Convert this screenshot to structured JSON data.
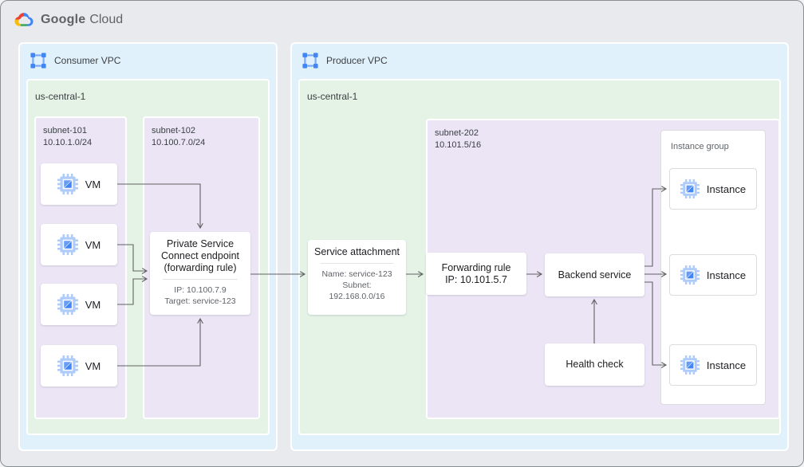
{
  "logo": {
    "google": "Google",
    "cloud": "Cloud"
  },
  "colors": {
    "canvas_bg": "#e8eaed",
    "vpc_bg": "#e1f1fc",
    "region_bg": "#e5f2e6",
    "subnet_bg": "#ebe5f6",
    "arrow": "#616161",
    "brand_blue": "#4285f4",
    "brand_blue_mid": "#669df6",
    "brand_blue_light": "#aecbfa",
    "logo_red": "#ea4335",
    "logo_yellow": "#fbbc05",
    "logo_green": "#34a853"
  },
  "icons": {
    "logo": "google-cloud-logo-icon",
    "vpc": "vpc-network-icon",
    "compute": "compute-engine-chip-icon"
  },
  "consumer_vpc": {
    "label": "Consumer VPC",
    "region": {
      "label": "us-central-1"
    },
    "subnet101": {
      "label": "subnet-101\n10.10.1.0/24",
      "vms": [
        {
          "label": "VM"
        },
        {
          "label": "VM"
        },
        {
          "label": "VM"
        },
        {
          "label": "VM"
        }
      ]
    },
    "subnet102": {
      "label": "subnet-102\n10.100.7.0/24",
      "psc_endpoint": {
        "title": "Private Service Connect endpoint (forwarding rule)",
        "ip": "IP: 10.100.7.9",
        "target": "Target: service-123"
      }
    }
  },
  "producer_vpc": {
    "label": "Producer VPC",
    "region": {
      "label": "us-central-1"
    },
    "service_attachment": {
      "title": "Service attachment",
      "name": "Name: service-123",
      "subnet_line1": "Subnet:",
      "subnet_line2": "192.168.0.0/16"
    },
    "subnet202": {
      "label": "subnet-202\n10.101.5/16",
      "forwarding_rule": {
        "line1": "Forwarding rule",
        "line2": "IP: 10.101.5.7"
      },
      "backend_service": {
        "label": "Backend service"
      },
      "health_check": {
        "label": "Health check"
      },
      "instance_group": {
        "label": "Instance group",
        "instances": [
          {
            "label": "Instance"
          },
          {
            "label": "Instance"
          },
          {
            "label": "Instance"
          }
        ]
      }
    }
  }
}
